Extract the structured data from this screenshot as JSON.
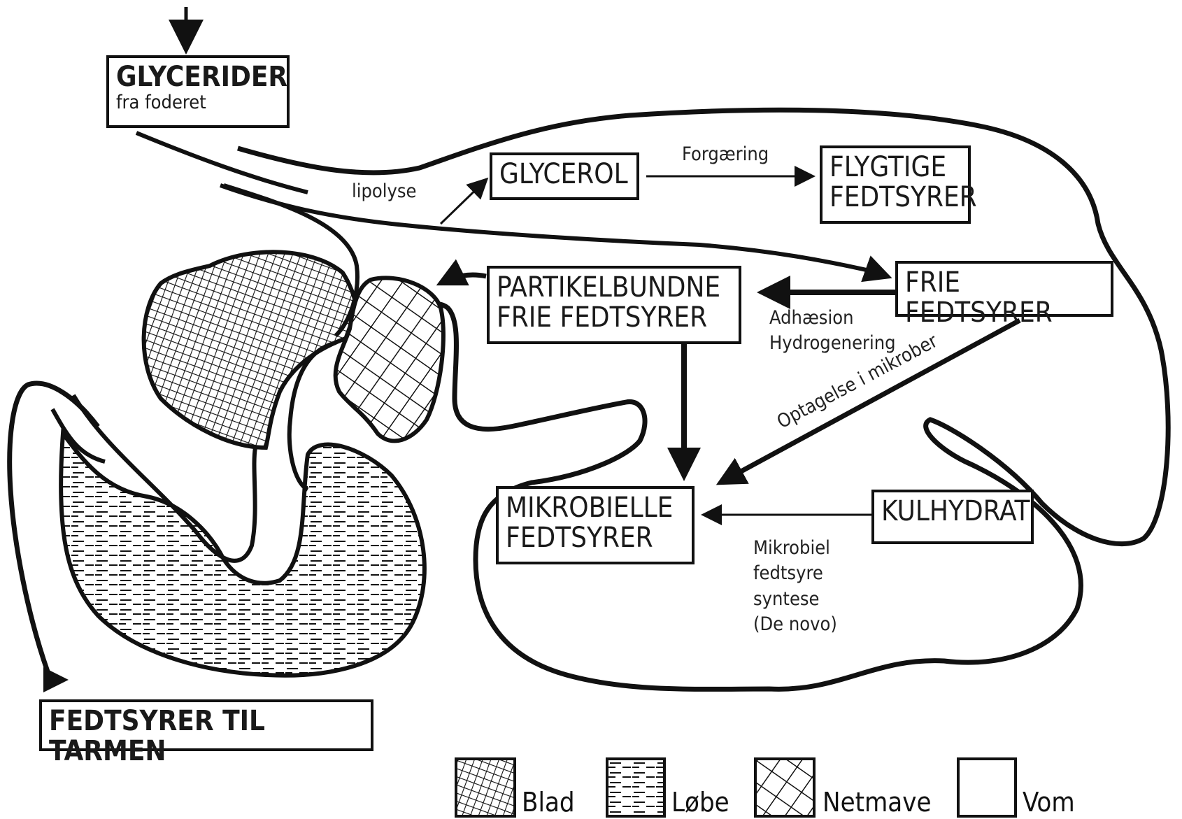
{
  "boxes": {
    "glycerider_title": "GLYCERIDER",
    "glycerider_sub": "fra foderet",
    "glycerol": "GLYCEROL",
    "flygtige_1": "FLYGTIGE",
    "flygtige_2": "FEDTSYRER",
    "partikel_1": "PARTIKELBUNDNE",
    "partikel_2": "FRIE FEDTSYRER",
    "frie": "FRIE FEDTSYRER",
    "mikrobielle_1": "MIKROBIELLE",
    "mikrobielle_2": "FEDTSYRER",
    "kulhydrat": "KULHYDRAT",
    "tarmen": "FEDTSYRER TIL TARMEN"
  },
  "labels": {
    "lipolyse": "lipolyse",
    "forgaering": "Forgæring",
    "adhaesion": "Adhæsion",
    "hydrogenering": "Hydrogenering",
    "optagelse": "Optagelse i mikrober",
    "syntese_1": "Mikrobiel",
    "syntese_2": "fedtsyre",
    "syntese_3": "syntese",
    "syntese_4": "(De novo)"
  },
  "legend": {
    "blad": "Blad",
    "loebe": "Løbe",
    "netmave": "Netmave",
    "vom": "Vom"
  }
}
